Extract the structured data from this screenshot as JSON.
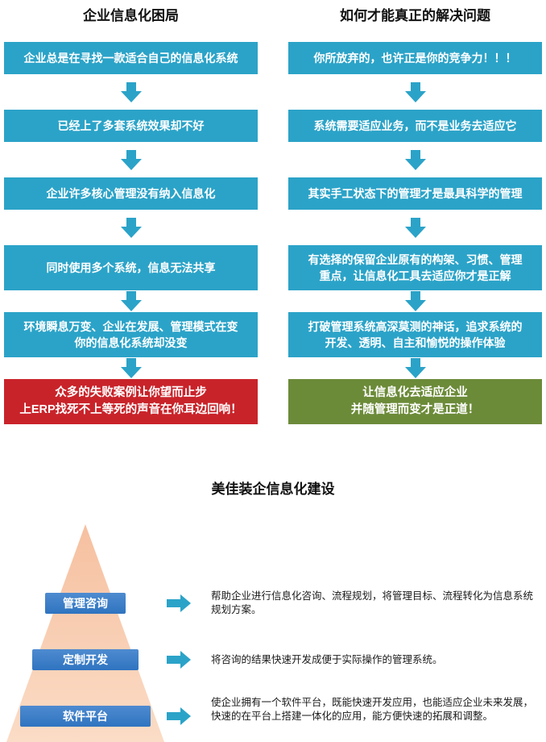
{
  "left_column": {
    "title": "企业信息化困局",
    "steps": [
      "企业总是在寻找一款适合自己的信息化系统",
      "已经上了多套系统效果却不好",
      "企业许多核心管理没有纳入信息化",
      "同时使用多个系统，信息无法共享",
      "环境瞬息万变、企业在发展、管理模式在变\n你的信息化系统却没变",
      "众多的失败案例让你望而止步\n上ERP找死不上等死的声音在你耳边回响！"
    ]
  },
  "right_column": {
    "title": "如何才能真正的解决问题",
    "steps": [
      "你所放弃的，也许正是你的竞争力！！！",
      "系统需要适应业务，而不是业务去适应它",
      "其实手工状态下的管理才是最具科学的管理",
      "有选择的保留企业原有的构架、习惯、管理\n重点，让信息化工具去适应你才是正解",
      "打破管理系统高深莫测的神话，追求系统的\n开发、透明、自主和愉悦的操作体验",
      "让信息化去适应企业\n并随管理而变才是正道！"
    ]
  },
  "pyramid_section": {
    "title": "美佳装企信息化建设",
    "levels": [
      {
        "label": "管理咨询",
        "description": "帮助企业进行信息化咨询、流程规划，将管理目标、流程转化为信息系统规划方案。"
      },
      {
        "label": "定制开发",
        "description": "将咨询的结果快速开发成便于实际操作的管理系统。"
      },
      {
        "label": "软件平台",
        "description": "使企业拥有一个软件平台，既能快速开发应用，也能适应企业未来发展，快速的在平台上搭建一体化的应用，能方便快速的拓展和调整。"
      }
    ]
  },
  "colors": {
    "cyan": "#2BA3C8",
    "red": "#C9232A",
    "green": "#6C8B39",
    "bar-blue": "#2F74C0"
  }
}
